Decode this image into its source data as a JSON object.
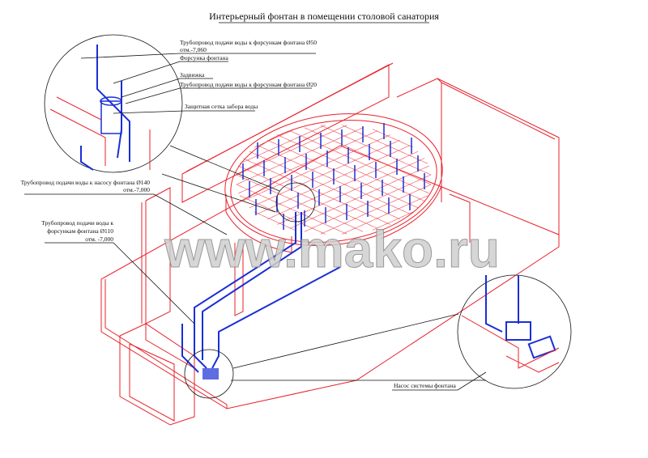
{
  "title": "Интерьерный фонтан в помещении столовой санатория",
  "watermark": "www.mako.ru",
  "colors": {
    "structure": "#e8202a",
    "pipes": "#1a2fd6",
    "leaders": "#111111"
  },
  "labels": {
    "pipe_d50": "Трубопровод подачи воды к форсункам фонтана Ø50",
    "pipe_d50_elev": "отм.-7,060",
    "nozzle": "Форсунка фонтана",
    "valve": "Задвижка",
    "pipe_d20": "Трубопровод подачи воды к форсункам фонтана Ø20",
    "intake_screen": "Защитная сетка забора воды",
    "pipe_d140": "Трубопровод подачи воды к насосу фонтана Ø140",
    "pipe_d140_elev": "отм.-7,000",
    "pipe_d110_line1": "Трубопровод подачи воды к",
    "pipe_d110_line2": "форсункам фонтана Ø110",
    "pipe_d110_elev": "отм. -7,000",
    "pump": "Насос системы фонтана"
  }
}
